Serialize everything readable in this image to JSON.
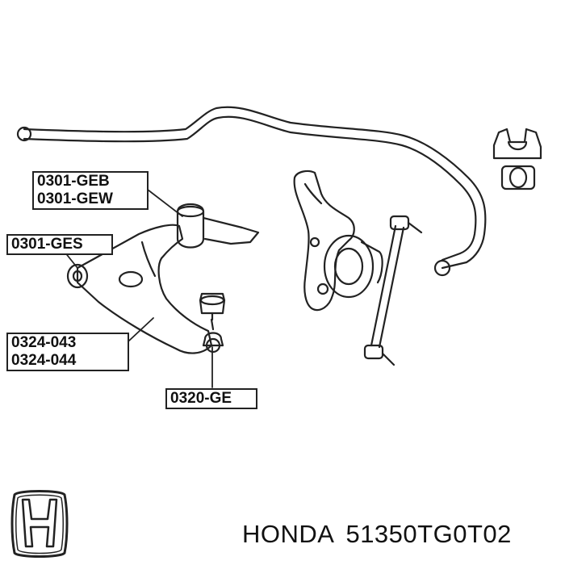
{
  "labels": {
    "geb": "0301-GEB",
    "gew": "0301-GEW",
    "ges": "0301-GES",
    "arm_left": "0324-043",
    "arm_right": "0324-044",
    "ball_joint": "0320-GE"
  },
  "footer": {
    "brand": "HONDA",
    "part_number": "51350TG0T02"
  },
  "colors": {
    "line": "#222222",
    "background": "#ffffff"
  }
}
